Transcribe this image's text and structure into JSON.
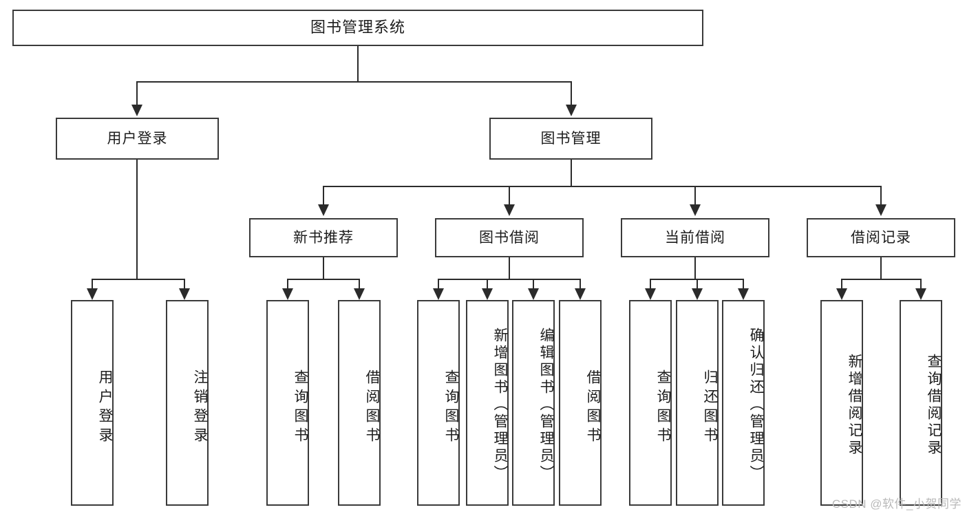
{
  "diagram": {
    "title": "图书管理系统",
    "type": "tree-hierarchy-chart",
    "watermark": "CSDN @软件_小贺同学",
    "colors": {
      "box_border": "#3a3a3a",
      "connector": "#2b2b2b",
      "background": "#ffffff",
      "text": "#1c1c1c",
      "watermark": "#b9b9b9"
    }
  },
  "root": {
    "label": "图书管理系统"
  },
  "level2": [
    {
      "label": "用户登录"
    },
    {
      "label": "图书管理"
    }
  ],
  "level3": [
    {
      "label": "新书推荐"
    },
    {
      "label": "图书借阅"
    },
    {
      "label": "当前借阅"
    },
    {
      "label": "借阅记录"
    }
  ],
  "leaves": {
    "user_login": [
      {
        "label": "用户登录"
      },
      {
        "label": "注销登录"
      }
    ],
    "new_book_recommend": [
      {
        "label": "查询图书"
      },
      {
        "label": "借阅图书"
      }
    ],
    "book_borrow": [
      {
        "label": "查询图书"
      },
      {
        "label": "新增图书（管理员）"
      },
      {
        "label": "编辑图书（管理员）"
      },
      {
        "label": "借阅图书"
      }
    ],
    "current_borrow": [
      {
        "label": "查询图书"
      },
      {
        "label": "归还图书"
      },
      {
        "label": "确认归还（管理员）"
      }
    ],
    "borrow_record": [
      {
        "label": "新增借阅记录"
      },
      {
        "label": "查询借阅记录"
      }
    ]
  }
}
